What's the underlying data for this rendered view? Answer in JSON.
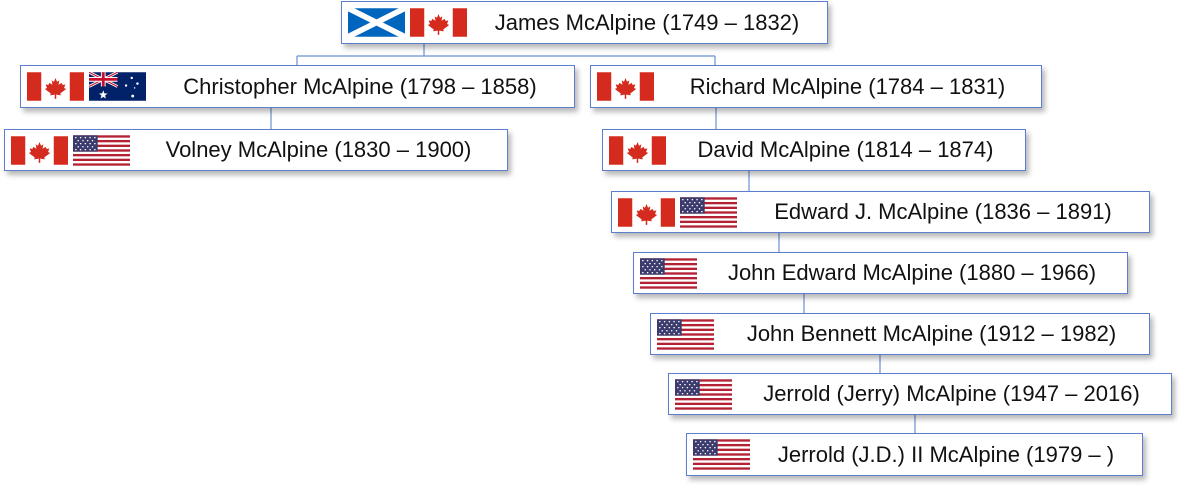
{
  "colors": {
    "border": "#5b7fce",
    "connector": "#6b8fd0",
    "canada_red": "#d52b1e",
    "usa_red": "#b22234",
    "usa_blue": "#3c3b6e",
    "scotland_blue": "#0065bd",
    "australia_blue": "#012169"
  },
  "nodes": [
    {
      "id": "james",
      "label": "James McAlpine (1749 – 1832)",
      "flags": [
        "scotland-flag-icon",
        "canada-flag-icon"
      ]
    },
    {
      "id": "christopher",
      "label": "Christopher McAlpine (1798 – 1858)",
      "flags": [
        "canada-flag-icon",
        "australia-flag-icon"
      ]
    },
    {
      "id": "richard",
      "label": "Richard McAlpine (1784 – 1831)",
      "flags": [
        "canada-flag-icon"
      ]
    },
    {
      "id": "volney",
      "label": "Volney McAlpine (1830 – 1900)",
      "flags": [
        "canada-flag-icon",
        "usa-flag-icon"
      ]
    },
    {
      "id": "david",
      "label": "David McAlpine (1814 – 1874)",
      "flags": [
        "canada-flag-icon"
      ]
    },
    {
      "id": "edward",
      "label": "Edward J. McAlpine (1836 – 1891)",
      "flags": [
        "canada-flag-icon",
        "usa-flag-icon"
      ]
    },
    {
      "id": "john_edward",
      "label": "John Edward McAlpine (1880 – 1966)",
      "flags": [
        "usa-flag-icon"
      ]
    },
    {
      "id": "john_bennett",
      "label": "John Bennett McAlpine (1912 – 1982)",
      "flags": [
        "usa-flag-icon"
      ]
    },
    {
      "id": "jerrold",
      "label": "Jerrold (Jerry) McAlpine (1947 – 2016)",
      "flags": [
        "usa-flag-icon"
      ]
    },
    {
      "id": "jd",
      "label": "Jerrold (J.D.) II McAlpine (1979 – )",
      "flags": [
        "usa-flag-icon"
      ]
    }
  ]
}
